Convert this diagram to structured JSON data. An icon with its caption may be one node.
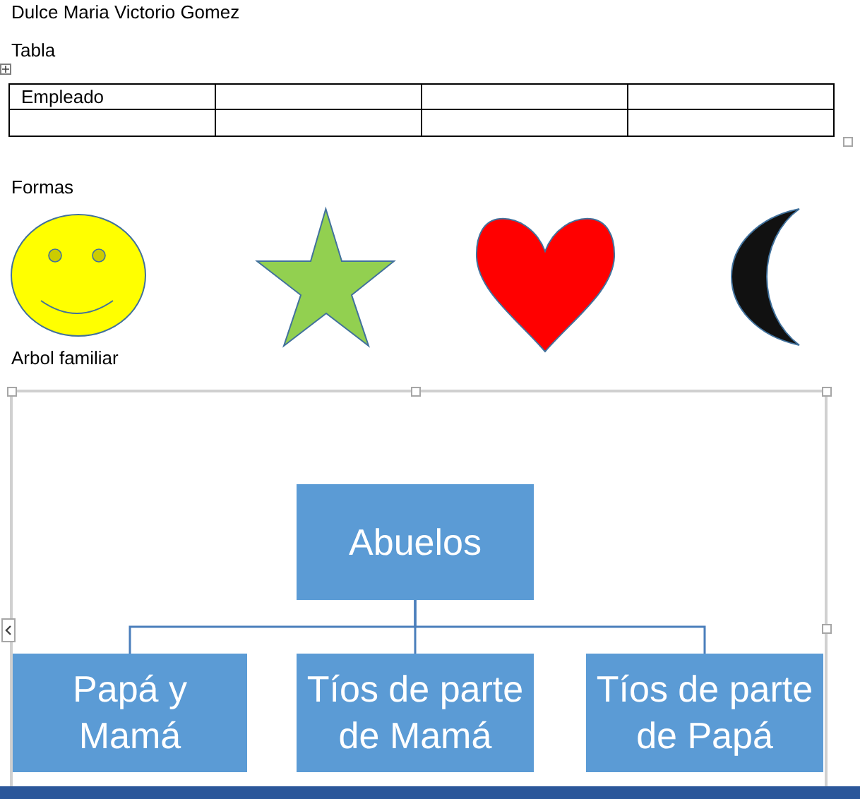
{
  "diagram": {
    "title": "Dulce Maria Victorio Gomez",
    "nodes": [
      {
        "text": [
          "Abuelos"
        ]
      },
      {
        "text": [
          "Papá y Mamá"
        ]
      },
      {
        "text": [
          "Tíos de parte de Mamá"
        ]
      },
      {
        "text": [
          "Tíos de parte de Papá"
        ]
      }
    ],
    "edges": [
      {
        "from": 0,
        "to": 1,
        "arrow": "none"
      },
      {
        "from": 0,
        "to": 2,
        "arrow": "none"
      },
      {
        "from": 0,
        "to": 3,
        "arrow": "none"
      }
    ],
    "labels": [
      "Tabla",
      "Empleado",
      "Formas",
      "Arbol familiar"
    ]
  }
}
